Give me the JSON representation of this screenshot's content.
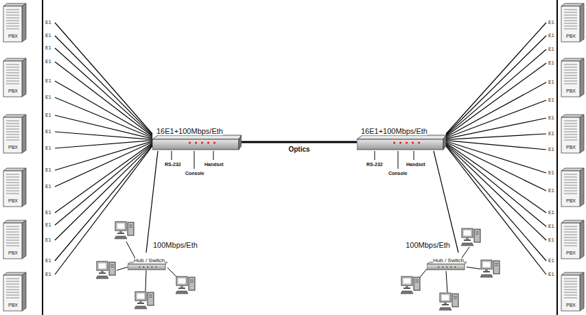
{
  "diagram": {
    "nodes": [
      {
        "text": [
          "PBX"
        ]
      },
      {
        "text": [
          "PBX"
        ]
      },
      {
        "text": [
          "PBX"
        ]
      },
      {
        "text": [
          "PBX"
        ]
      },
      {
        "text": [
          "PBX"
        ]
      },
      {
        "text": [
          "PBX"
        ]
      },
      {
        "text": [
          "PBX"
        ]
      },
      {
        "text": [
          "PBX"
        ]
      },
      {
        "text": [
          "PBX"
        ]
      },
      {
        "text": [
          "PBX"
        ]
      },
      {
        "text": [
          "PBX"
        ]
      },
      {
        "text": [
          "PBX"
        ]
      },
      {
        "text": [
          "16E1+100Mbps/Eth"
        ]
      },
      {
        "text": [
          "16E1+100Mbps/Eth"
        ]
      },
      {
        "text": [
          "Hub / Switch"
        ]
      },
      {
        "text": [
          "Hub / Switch"
        ]
      }
    ],
    "edges": [
      {
        "from": 12,
        "to": 13,
        "arrow": "none",
        "label": "Optics"
      },
      {
        "from": 12,
        "to": 14,
        "arrow": "none",
        "label": "100Mbps/Eth"
      },
      {
        "from": 13,
        "to": 15,
        "arrow": "none",
        "label": "100Mbps/Eth"
      }
    ],
    "labels": [
      "E1",
      "E1",
      "E1",
      "E1",
      "E1",
      "E1",
      "E1",
      "E1",
      "E1",
      "E1",
      "E1",
      "E1",
      "E1",
      "E1",
      "E1",
      "E1",
      "E1",
      "E1",
      "E1",
      "E1",
      "E1",
      "E1",
      "E1",
      "E1",
      "E1",
      "E1",
      "E1",
      "E1",
      "E1",
      "E1",
      "E1",
      "E1",
      "RS-232",
      "Console",
      "Handset",
      "RS-232",
      "Console",
      "Handset"
    ]
  }
}
